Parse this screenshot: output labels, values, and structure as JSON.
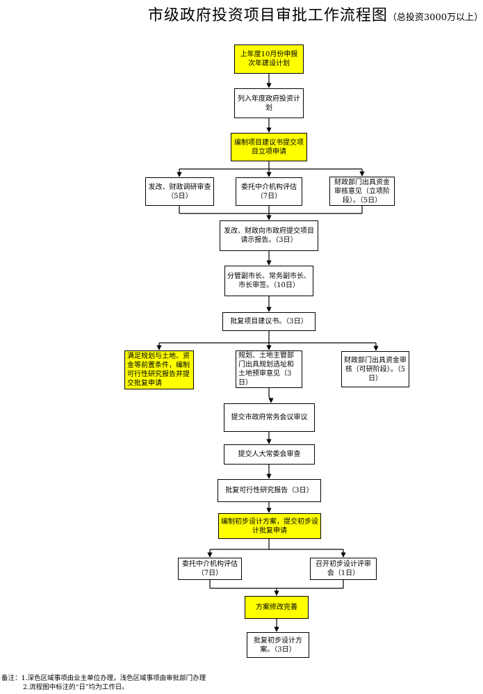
{
  "title": {
    "main": "市级政府投资项目审批工作流程图",
    "sub": "（总投资3000万以上）"
  },
  "colors": {
    "highlight": "#ffff00",
    "line": "#000000"
  },
  "nodes": {
    "n1": "上年度10月份申报次年建设计划",
    "n2": "列入年度政府投资计划",
    "n3": "编制项目建议书提交项目立项申请",
    "n4a": "发改、财政调研审查（5日）",
    "n4b": "委托中介机构评估（7日）",
    "n4c": "财政部门出具资金审核意见（立项阶段）。（5日）",
    "n5": "发改、财政向市政府提交项目请示报告。（3日）",
    "n6": "分管副市长、常务副市长、市长审签。（10日）",
    "n7": "批复项目建议书。（3日）",
    "n8a": "满足规划与土地、资金等前置条件，编制可行性研究报告并提交批复申请",
    "n8b": "规划、土地主管部门出具规划选址和土地预审意见（3日）",
    "n8c": "财政部门出具资金审核（可研阶段）。（5日）",
    "n9": "提交市政府常务会议审议",
    "n10": "提交人大常委会审查",
    "n11": "批复可行性研究报告（3日）",
    "n12": "编制初步设计方案，提交初步设计批复申请",
    "n13a": "委托中介机构评估（7日）",
    "n13b": "召开初步设计评审会（1日）",
    "n14": "方案修改完善",
    "n15": "批复初步设计方案。（3日）"
  },
  "notes": {
    "line1": "备注：1.深色区域事项由业主单位办理，浅色区域事项由审批部门办理",
    "line2": "2.流程图中标注的“日”均为工作日。"
  }
}
